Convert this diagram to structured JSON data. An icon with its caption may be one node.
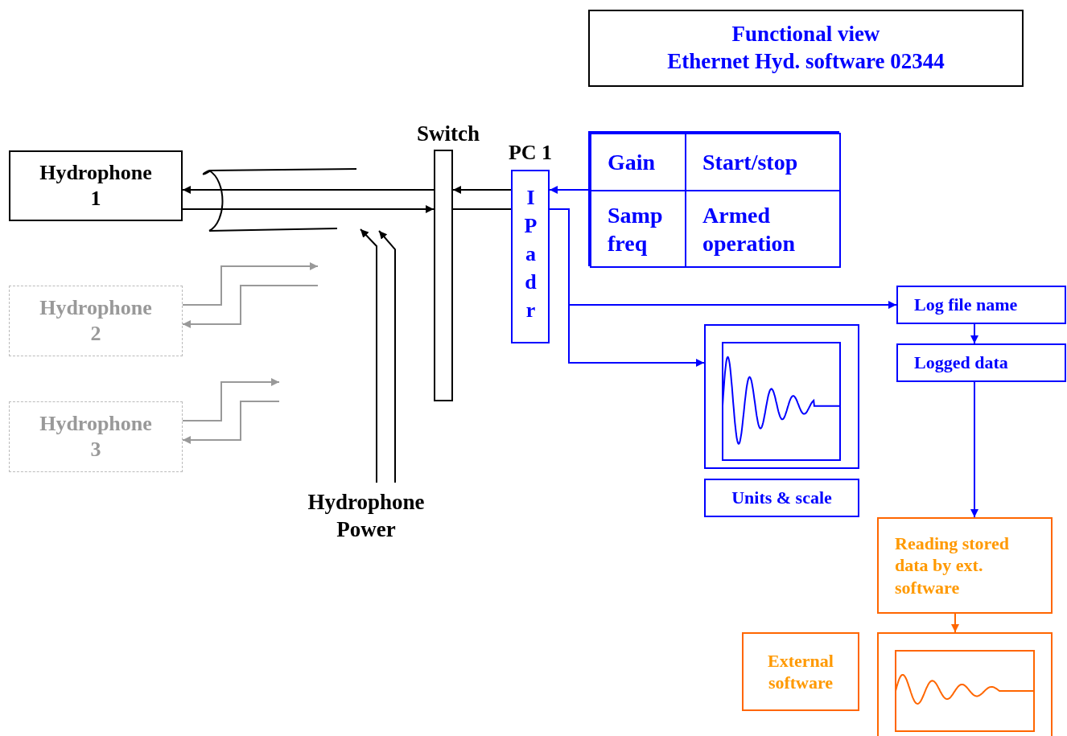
{
  "diagram": {
    "nodes": [
      {
        "text": [
          "Functional view",
          "Ethernet Hyd. software 02344"
        ]
      },
      {
        "text": [
          "Hydrophone 1"
        ]
      },
      {
        "text": [
          "Switch"
        ]
      },
      {
        "text": [
          "PC 1",
          "IPadr"
        ]
      },
      {
        "text": [],
        "shape": "box"
      },
      {
        "text": [
          "Gain"
        ],
        "in": 4
      },
      {
        "text": [
          "Start/stop"
        ],
        "in": 4
      },
      {
        "text": [
          "Samp freq"
        ],
        "in": 4
      },
      {
        "text": [
          "Armed operation"
        ],
        "in": 4
      },
      {
        "text": [
          "Log file name"
        ]
      },
      {
        "text": [
          "Logged data"
        ]
      },
      {
        "text": [],
        "shape": "picture"
      },
      {
        "text": [
          "Units & scale"
        ]
      },
      {
        "text": [
          "Reading stored data by ext. software"
        ]
      },
      {
        "text": [],
        "shape": "picture"
      },
      {
        "text": [
          "External software"
        ]
      },
      {
        "text": [
          "Hydrophone 2"
        ]
      },
      {
        "text": [
          "Hydrophone 3"
        ]
      },
      {
        "text": [
          "Hydrophone Power"
        ]
      }
    ],
    "edges": [
      {
        "from": 2,
        "to": 1,
        "arrow": "to"
      },
      {
        "from": 1,
        "to": 2,
        "arrow": "to"
      },
      {
        "from": 3,
        "to": 2,
        "arrow": "to"
      },
      {
        "from": 2,
        "to": 3,
        "arrow": "none"
      },
      {
        "from": 4,
        "to": 3,
        "arrow": "to",
        "color": "#0000ff"
      },
      {
        "from": 3,
        "to": 9,
        "arrow": "to",
        "color": "#0000ff"
      },
      {
        "from": 3,
        "to": 11,
        "arrow": "to",
        "color": "#0000ff"
      },
      {
        "from": 9,
        "to": 10,
        "arrow": "to",
        "color": "#0000ff"
      },
      {
        "from": 10,
        "to": 13,
        "arrow": "to",
        "color": "#0000ff"
      },
      {
        "from": 13,
        "to": 14,
        "arrow": "to",
        "color": "#ff6600"
      },
      {
        "from": 18,
        "to": null,
        "arrow": "to"
      },
      {
        "from": 18,
        "to": null,
        "arrow": "to"
      },
      {
        "from": 16,
        "to": null,
        "arrow": "to",
        "color": "#999999"
      },
      {
        "from": null,
        "to": 16,
        "arrow": "to",
        "color": "#999999"
      },
      {
        "from": 17,
        "to": null,
        "arrow": "to",
        "color": "#999999"
      },
      {
        "from": null,
        "to": 17,
        "arrow": "to",
        "color": "#999999"
      }
    ]
  }
}
